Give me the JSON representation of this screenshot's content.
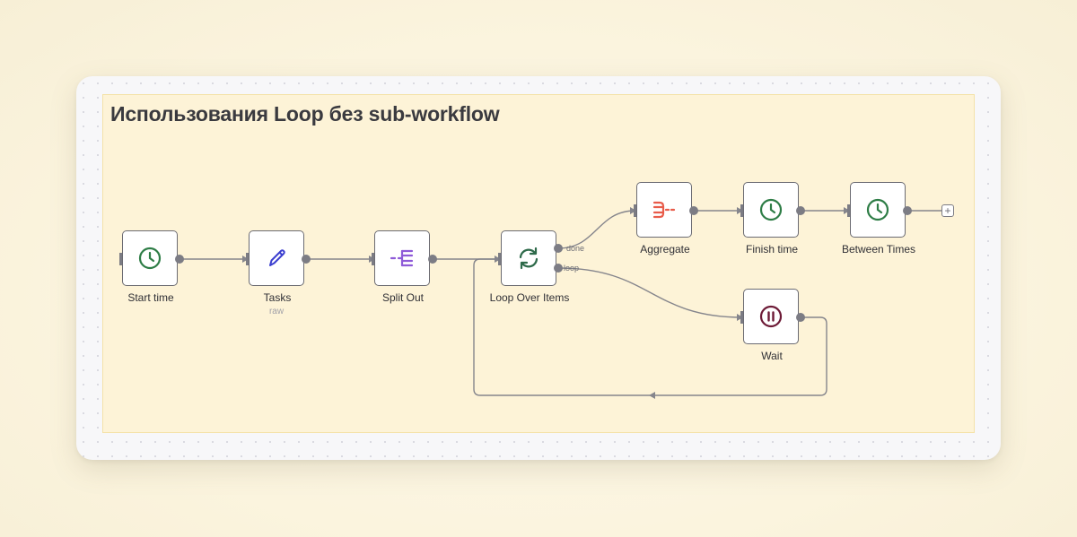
{
  "sticky_note": {
    "title": "Использования Loop без sub-workflow"
  },
  "nodes": {
    "start_time": {
      "label": "Start time",
      "icon": "clock-icon",
      "color": "#2e7d46"
    },
    "tasks": {
      "label": "Tasks",
      "subtitle": "raw",
      "icon": "pencil-icon",
      "color": "#3b3ecf"
    },
    "split_out": {
      "label": "Split Out",
      "icon": "split-out-icon",
      "color": "#8e5ad8"
    },
    "loop_over_items": {
      "label": "Loop Over Items",
      "icon": "refresh-icon",
      "color": "#2e6a4a"
    },
    "aggregate": {
      "label": "Aggregate",
      "icon": "aggregate-icon",
      "color": "#e85c4a"
    },
    "finish_time": {
      "label": "Finish time",
      "icon": "clock-icon",
      "color": "#2e7d46"
    },
    "between_times": {
      "label": "Between Times",
      "icon": "clock-icon",
      "color": "#2e7d46"
    },
    "wait": {
      "label": "Wait",
      "icon": "pause-icon",
      "color": "#6d1a36"
    }
  },
  "branches": {
    "done": "done",
    "loop": "loop"
  },
  "add_button": {
    "symbol": "+"
  }
}
